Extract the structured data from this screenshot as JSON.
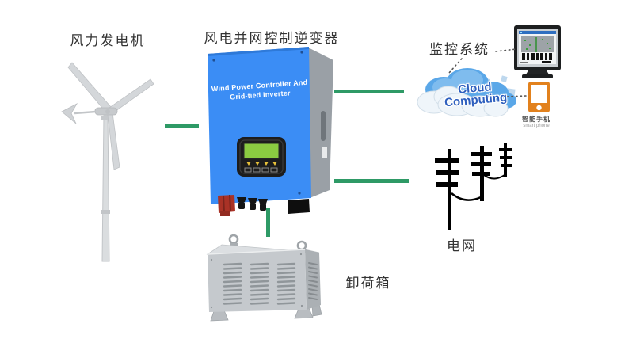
{
  "colors": {
    "connector_green": "#2E9A66",
    "inverter_blue": "#3B8DF5",
    "inverter_side_gray": "#9AA0A6",
    "lcd_green": "#8BCB41",
    "phone_orange": "#E2811D",
    "cloud_text_blue": "#2E5FBE",
    "metal_gray": "#C5C9CD",
    "grid_icon_black": "#000000"
  },
  "nodes": {
    "wind_turbine": {
      "label": "风力发电机"
    },
    "inverter": {
      "label": "风电并网控制逆变器",
      "front_text_line1": "Wind Power Controller And",
      "front_text_line2": "Grid-tied Inverter"
    },
    "monitoring_system": {
      "label": "监控系统"
    },
    "cloud": {
      "text_line1": "Cloud",
      "text_line2": "Computing"
    },
    "smart_phone": {
      "label_cn": "智能手机",
      "label_en": "smart phone"
    },
    "power_grid": {
      "label": "电网"
    },
    "dump_load_box": {
      "label": "卸荷箱"
    }
  },
  "connections": [
    {
      "from": "wind_turbine",
      "to": "inverter",
      "style": "solid",
      "color": "#2E9A66"
    },
    {
      "from": "inverter",
      "to": "monitoring_cloud",
      "style": "solid",
      "color": "#2E9A66"
    },
    {
      "from": "inverter",
      "to": "power_grid",
      "style": "solid",
      "color": "#2E9A66"
    },
    {
      "from": "inverter",
      "to": "dump_load_box",
      "style": "solid",
      "color": "#2E9A66"
    },
    {
      "from": "monitoring_label",
      "to": "monitor_screen",
      "style": "dotted"
    },
    {
      "from": "monitoring_label",
      "to": "cloud",
      "style": "dotted"
    },
    {
      "from": "cloud",
      "to": "smart_phone",
      "style": "dotted"
    }
  ]
}
